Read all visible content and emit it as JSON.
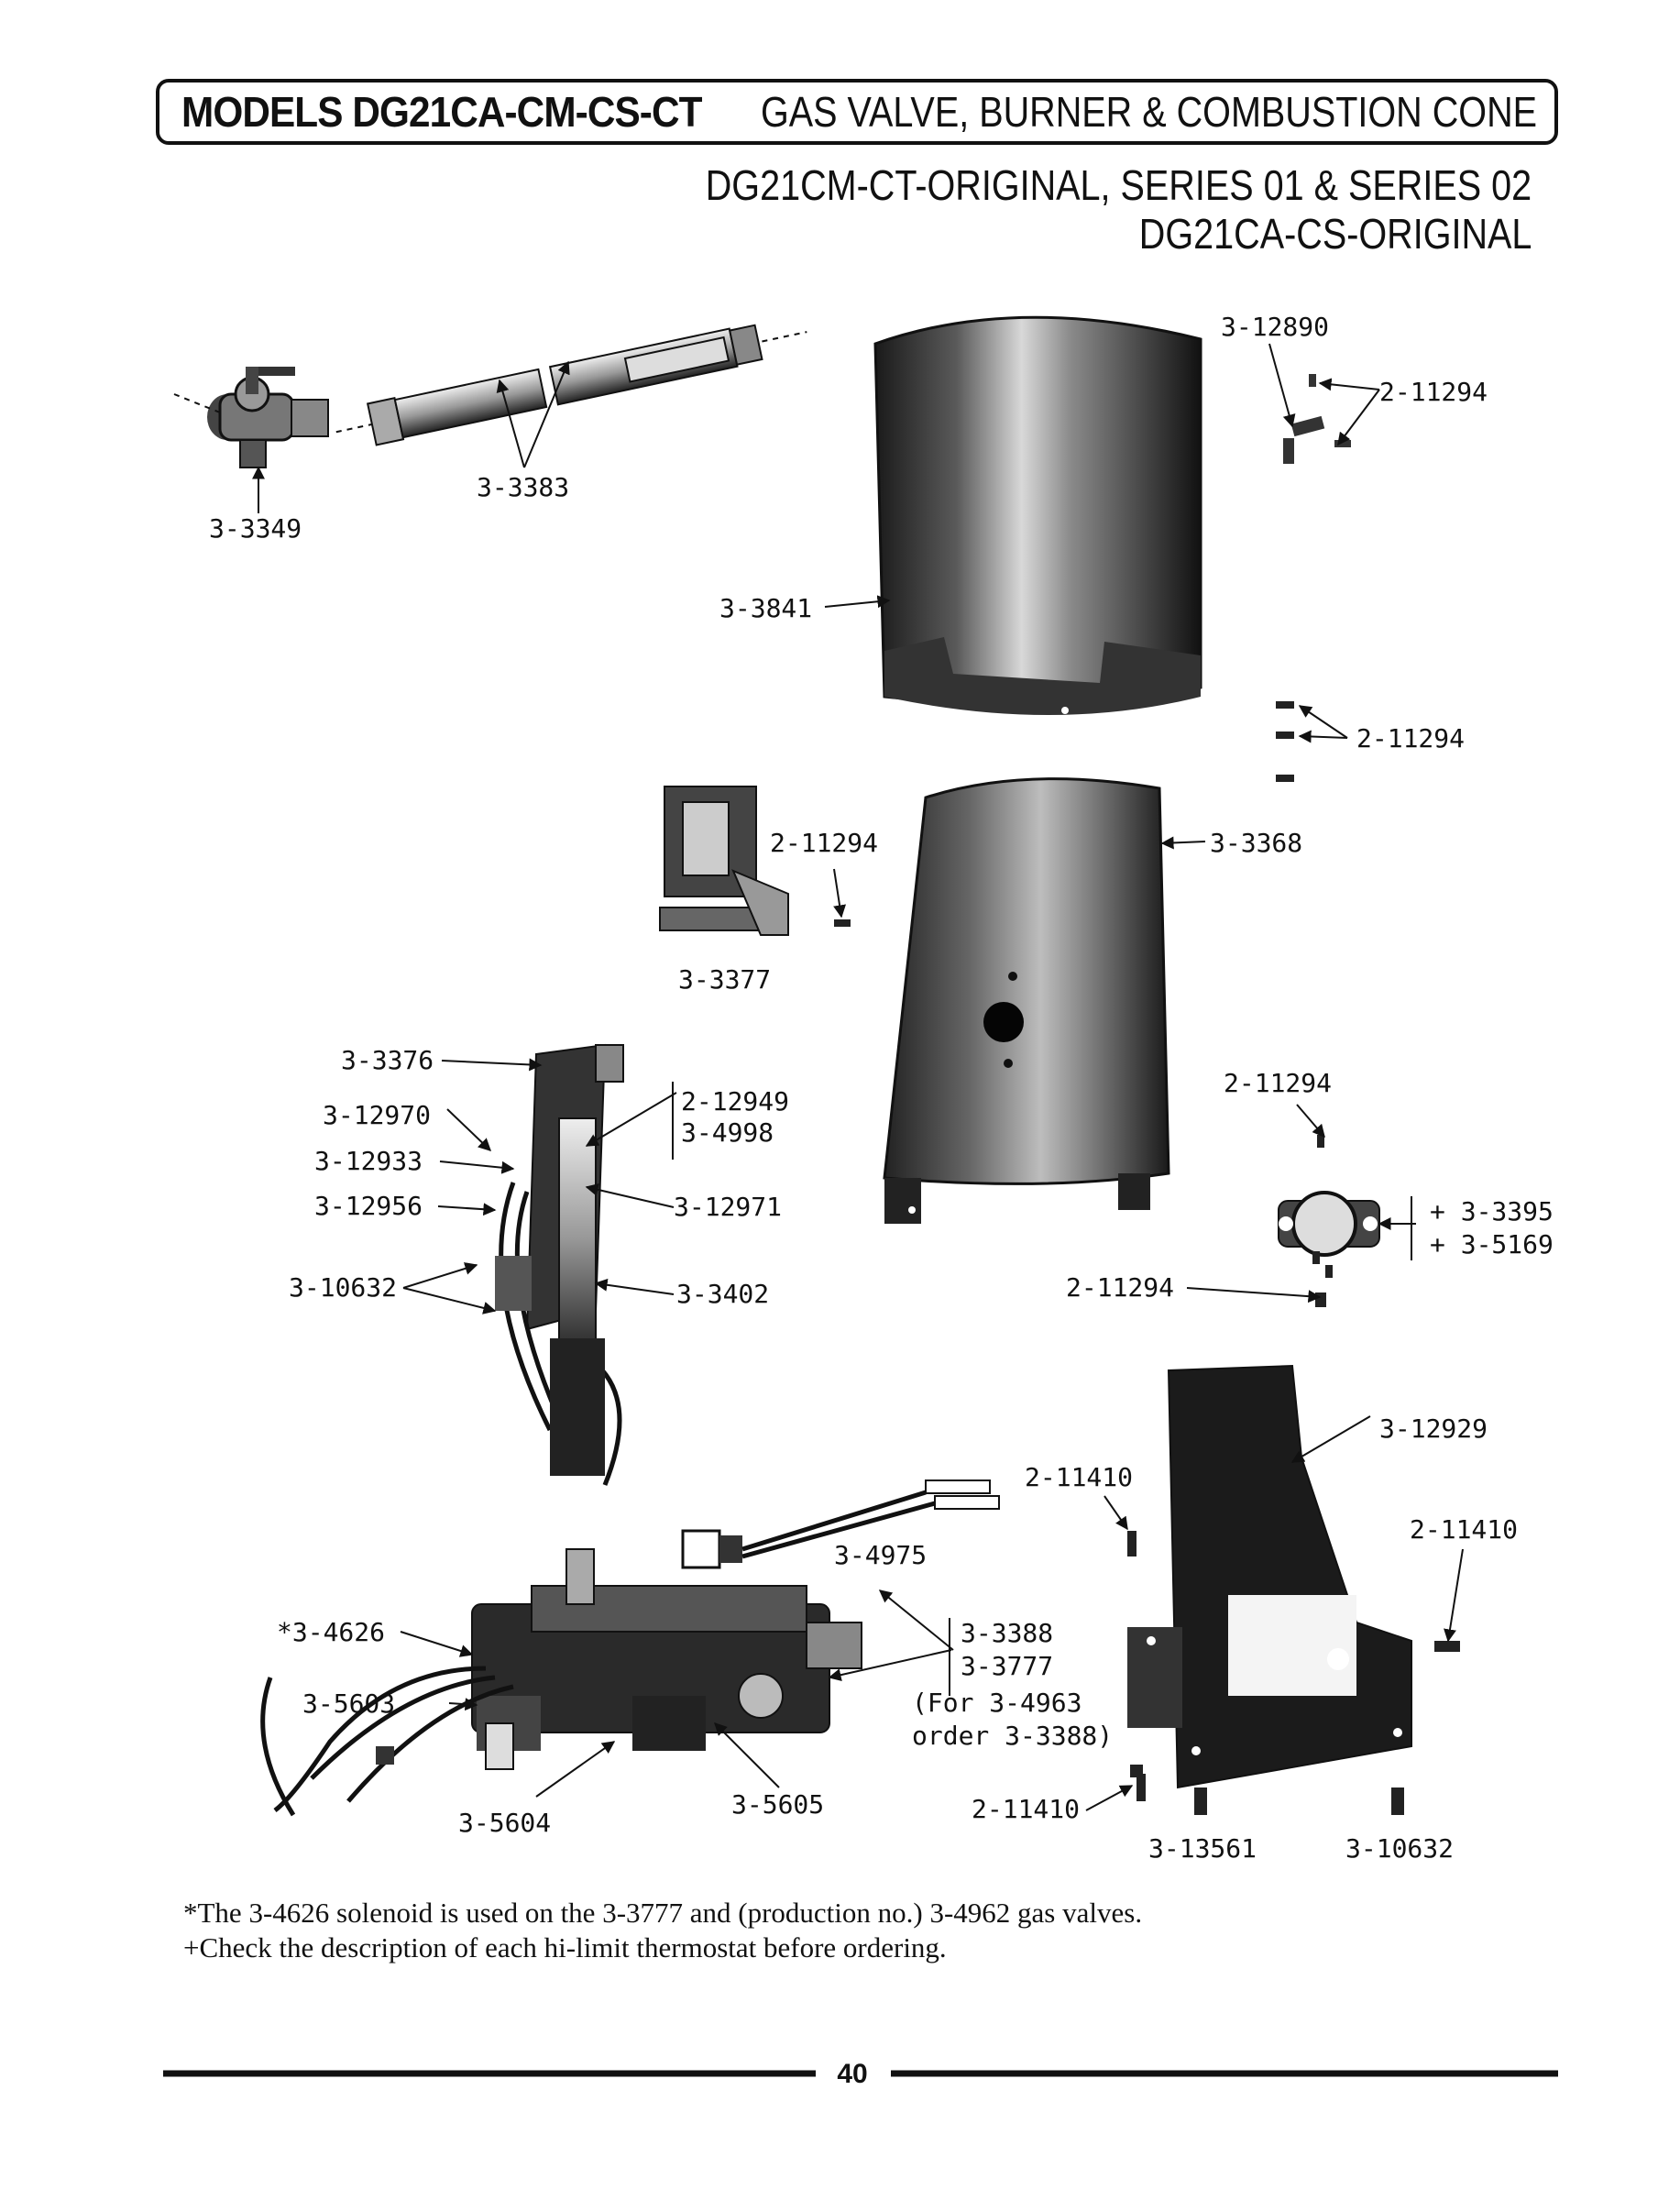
{
  "header": {
    "models": "MODELS DG21CA-CM-CS-CT",
    "section_title": "GAS VALVE, BURNER & COMBUSTION CONE",
    "subtitle_1": "DG21CM-CT-ORIGINAL, SERIES 01 & SERIES 02",
    "subtitle_2": "DG21CA-CS-ORIGINAL"
  },
  "callouts": {
    "c3_12890": "3-12890",
    "c2_11294_a": "2-11294",
    "c3_3349": "3-3349",
    "c3_3383": "3-3383",
    "c3_3841": "3-3841",
    "c2_11294_b": "2-11294",
    "c2_11294_c": "2-11294",
    "c3_3368": "3-3368",
    "c3_3377": "3-3377",
    "c3_3376": "3-3376",
    "c3_12970": "3-12970",
    "c3_12933": "3-12933",
    "c3_12956": "3-12956",
    "c3_10632_a": "3-10632",
    "c2_12949": "2-12949",
    "c3_4998": "3-4998",
    "c3_12971": "3-12971",
    "c3_3402": "3-3402",
    "c2_11294_d": "2-11294",
    "c3_3395": "+ 3-3395",
    "c3_5169": "+ 3-5169",
    "c2_11294_e": "2-11294",
    "c3_12929": "3-12929",
    "c2_11410_a": "2-11410",
    "c3_4975": "3-4975",
    "c2_11410_b": "2-11410",
    "c3_4626": "*3-4626",
    "c3_5603": "3-5603",
    "c3_3388": "3-3388",
    "c3_3777": "3-3777",
    "note_for": "(For 3-4963",
    "note_order": "order 3-3388)",
    "c3_5604": "3-5604",
    "c3_5605": "3-5605",
    "c2_11410_c": "2-11410",
    "c3_13561": "3-13561",
    "c3_10632_b": "3-10632"
  },
  "notes": {
    "line1": "*The 3-4626 solenoid is used on the 3-3777 and (production no.) 3-4962 gas valves.",
    "line2": "+Check the description of each hi-limit thermostat before ordering."
  },
  "page_number": "40"
}
